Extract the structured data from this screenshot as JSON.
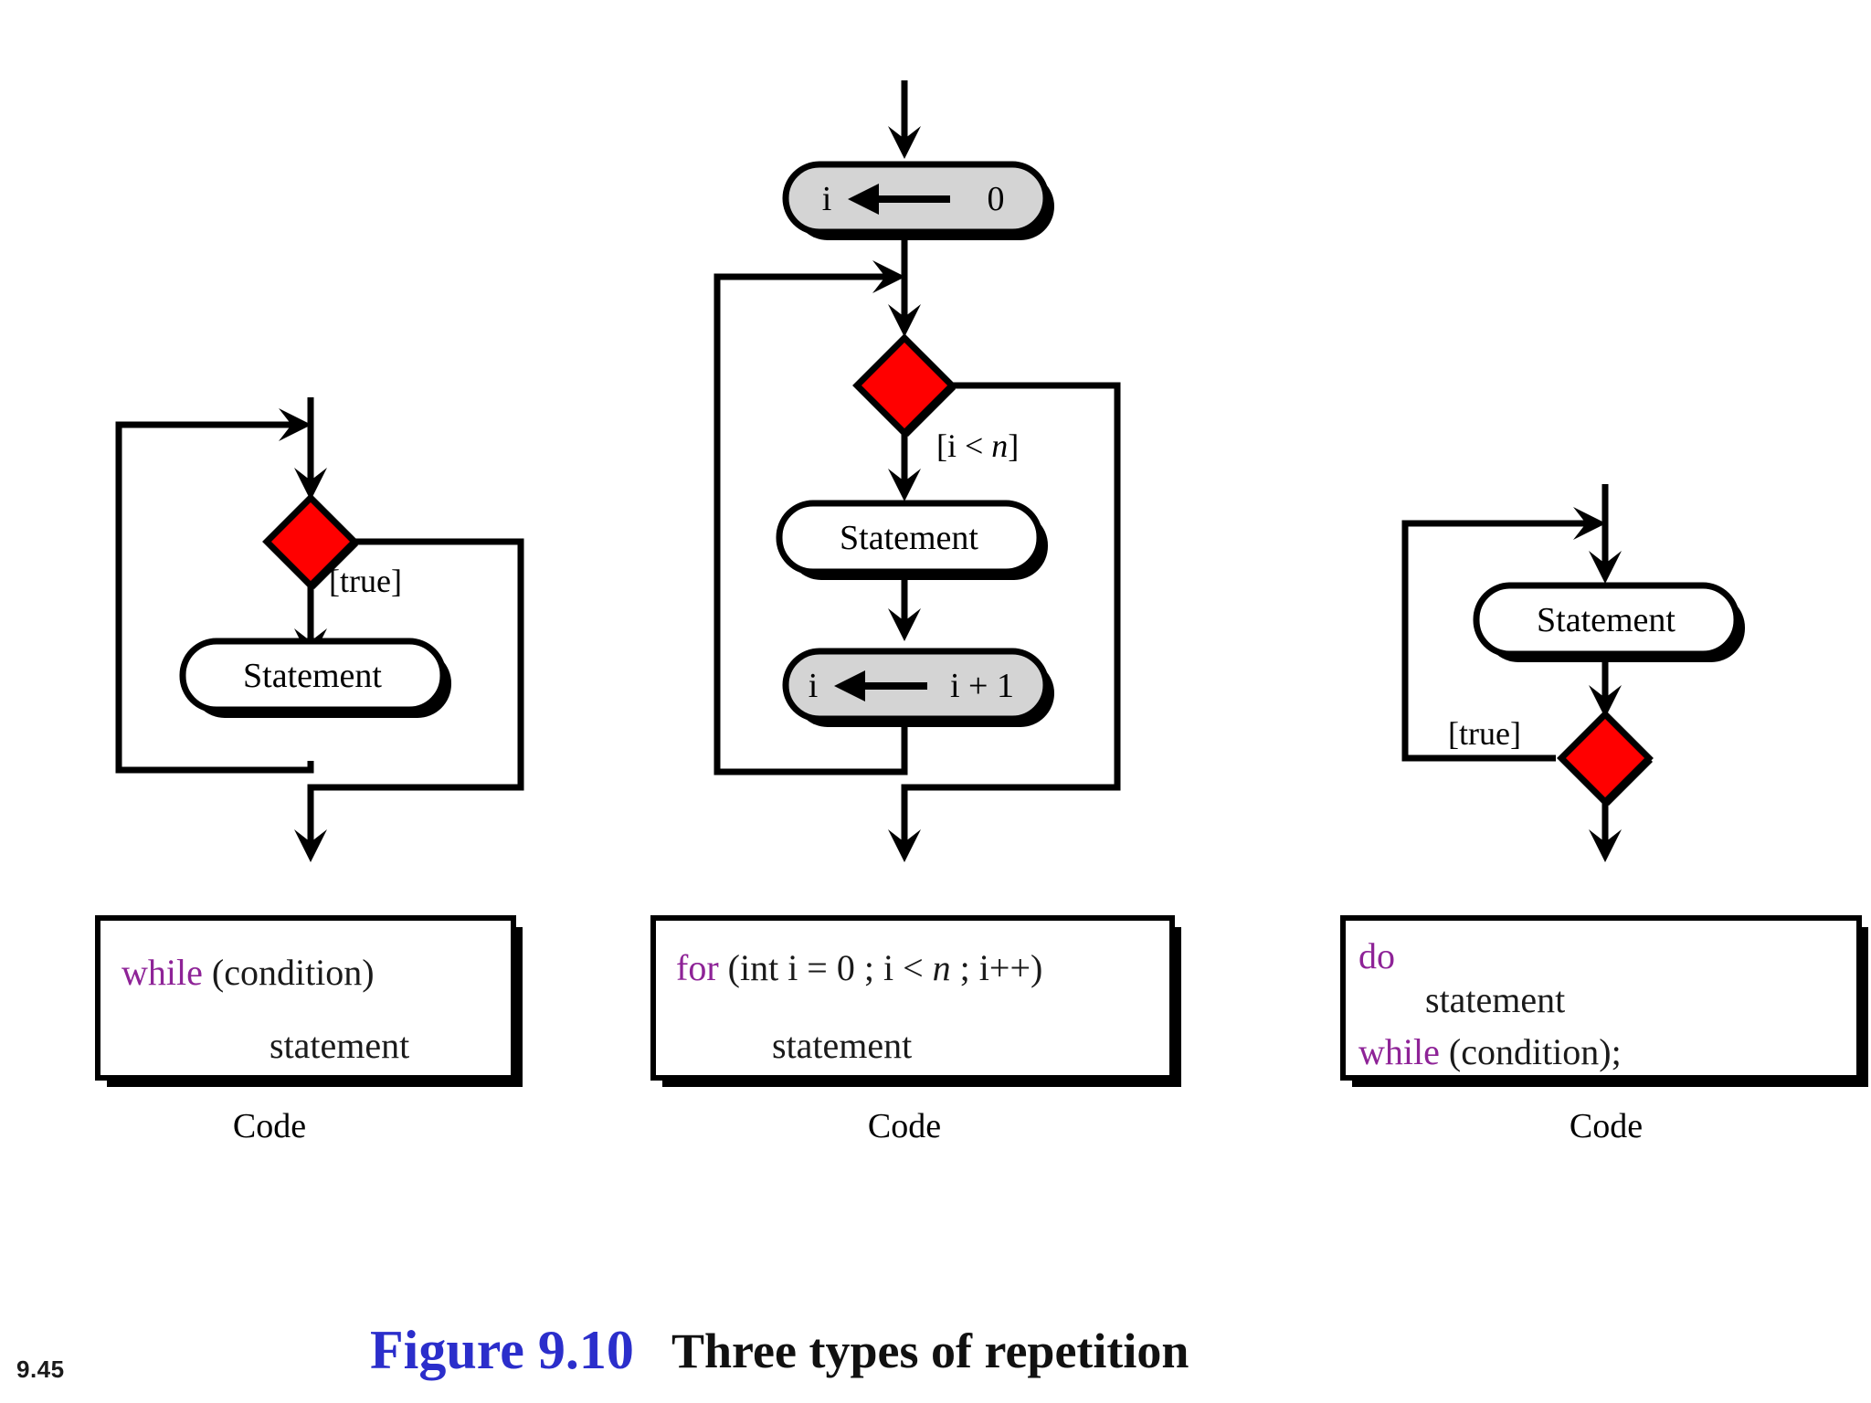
{
  "slide": {
    "number": "9.45",
    "background_color": "#ffffff"
  },
  "caption": {
    "figure_label": "Figure 9.10",
    "figure_label_color": "#2b2ecb",
    "title": "Three types of repetition",
    "title_color": "#111111"
  },
  "colors": {
    "decision_fill": "#ff0000",
    "assignment_fill": "#d4d4d4",
    "activity_fill": "#ffffff",
    "stroke": "#000000",
    "keyword": "#8e2397",
    "shadow": "#000000"
  },
  "diagrams": [
    {
      "id": "while-loop",
      "name": "while",
      "code_caption": "Code",
      "nodes": [
        {
          "type": "decision",
          "label": "",
          "guard": "[true]"
        },
        {
          "type": "activity",
          "label": "Statement"
        }
      ],
      "guard_label": "[true]",
      "activity_label": "Statement",
      "code": {
        "lines": [
          {
            "segments": [
              {
                "text": "while",
                "style": "keyword"
              },
              {
                "text": " (condition)",
                "style": "plain"
              }
            ]
          },
          {
            "segments": [
              {
                "text": "        statement",
                "style": "plain"
              }
            ]
          }
        ],
        "line1_keyword": "while",
        "line1_rest": "(condition)",
        "line2": "statement"
      }
    },
    {
      "id": "for-loop",
      "name": "for",
      "code_caption": "Code",
      "nodes": [
        {
          "type": "assignment",
          "lhs": "i",
          "operator": "←",
          "rhs": "0"
        },
        {
          "type": "decision",
          "label": "",
          "guard": "[i < n]"
        },
        {
          "type": "activity",
          "label": "Statement"
        },
        {
          "type": "assignment",
          "lhs": "i",
          "operator": "←",
          "rhs": "i + 1"
        }
      ],
      "init_lhs": "i",
      "init_rhs": "0",
      "guard_prefix": "[i <",
      "guard_var": "n",
      "guard_suffix": "]",
      "activity_label": "Statement",
      "incr_lhs": "i",
      "incr_rhs": "i + 1",
      "code": {
        "line1_keyword": "for",
        "line1_a": " (int i = 0 ; i  <  ",
        "line1_var": "n",
        "line1_b": "  ; i++)",
        "line2": "statement"
      }
    },
    {
      "id": "do-while-loop",
      "name": "do-while",
      "code_caption": "Code",
      "nodes": [
        {
          "type": "activity",
          "label": "Statement"
        },
        {
          "type": "decision",
          "label": "",
          "guard": "[true]"
        }
      ],
      "activity_label": "Statement",
      "guard_label": "[true]",
      "code": {
        "line1_keyword": "do",
        "line2": "statement",
        "line3_keyword": "while",
        "line3_rest": " (condition);"
      }
    }
  ]
}
